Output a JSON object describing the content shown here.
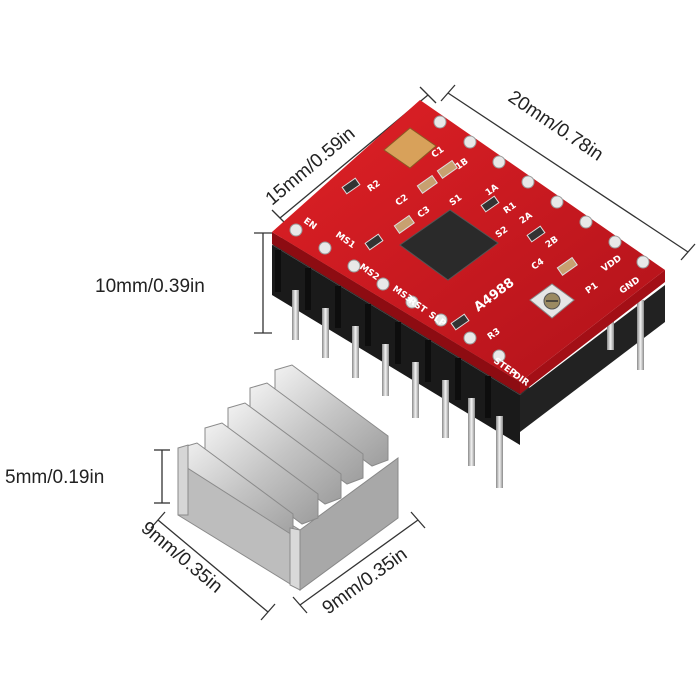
{
  "dimensions": {
    "width_label": "15mm/0.59in",
    "length_label": "20mm/0.78in",
    "height_label": "10mm/0.39in",
    "heatsink_height_label": "5mm/0.19in",
    "heatsink_width_label": "9mm/0.35in",
    "heatsink_depth_label": "9mm/0.35in"
  },
  "board": {
    "chip_label": "A4988",
    "silkscreen": [
      "EN",
      "MS1",
      "MS2",
      "MS3",
      "RST",
      "SLP",
      "STEP",
      "DIR",
      "VDD",
      "GND",
      "1B",
      "1A",
      "2A",
      "2B",
      "R1",
      "R2",
      "R3",
      "C1",
      "C2",
      "C3",
      "C4",
      "P1",
      "S1",
      "S2"
    ]
  },
  "colors": {
    "pcb_red": "#c8161d",
    "pin_black": "#1a1a1a",
    "heatsink_silver": "#c9c9c9",
    "dimension_line": "#333333"
  }
}
